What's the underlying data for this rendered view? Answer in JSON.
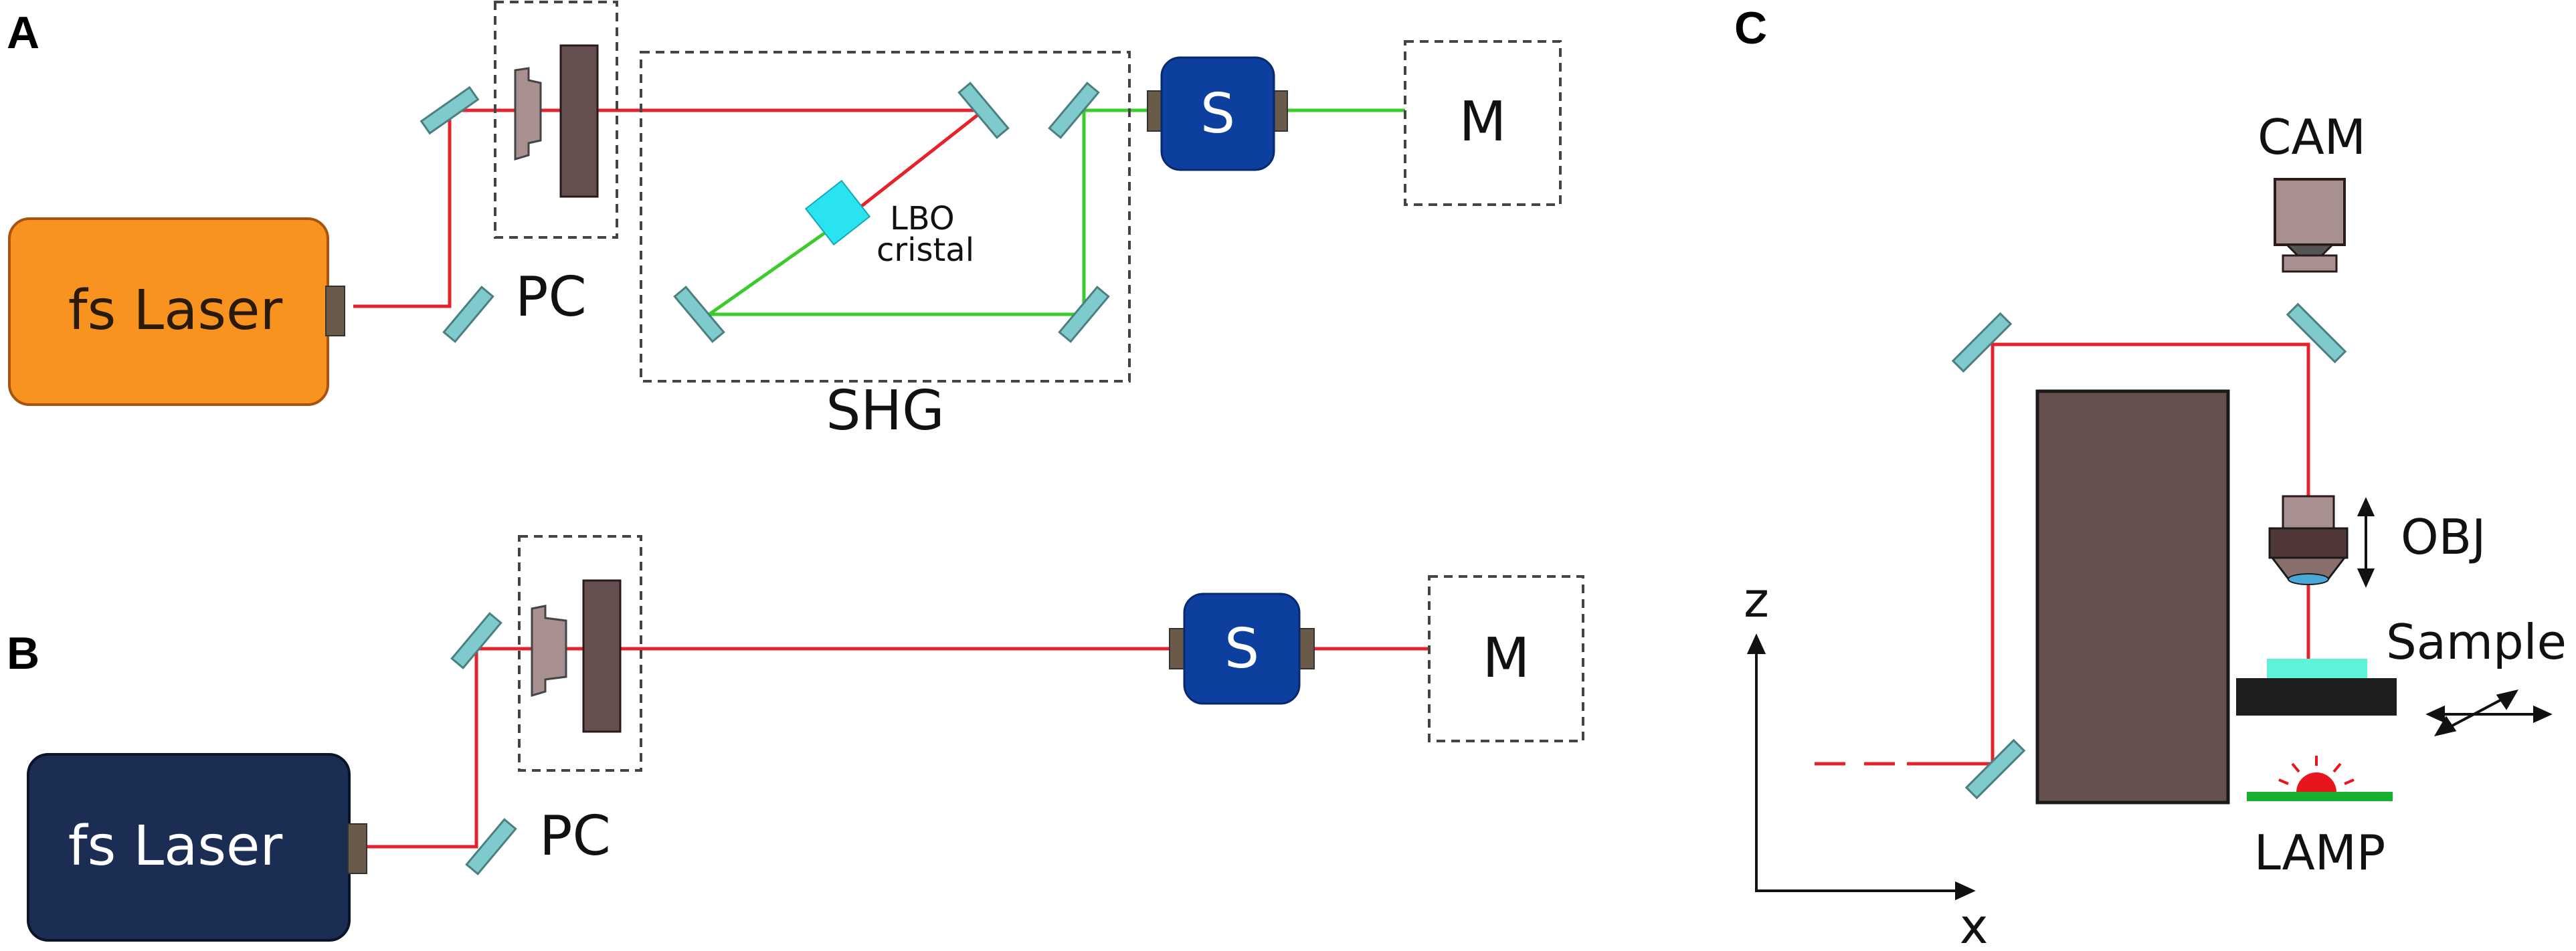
{
  "panels": {
    "a": {
      "letter": "A",
      "laser_label": "fs Laser",
      "pc_label": "PC",
      "shg_label": "SHG",
      "crystal_label_line1": "LBO",
      "crystal_label_line2": "cristal",
      "s_label": "S",
      "m_label": "M"
    },
    "b": {
      "letter": "B",
      "laser_label": "fs Laser",
      "pc_label": "PC",
      "s_label": "S",
      "m_label": "M"
    },
    "c": {
      "letter": "C",
      "cam_label": "CAM",
      "obj_label": "OBJ",
      "sample_label": "Sample",
      "lamp_label": "LAMP",
      "axis_z": "z",
      "axis_x": "x"
    }
  },
  "colors": {
    "laser_orange": "#F7931E",
    "laser_navy": "#1B2D52",
    "beam_red": "#E5232D",
    "beam_green": "#3CCB2D",
    "mirror": "#7FCACC",
    "shutter": "#0D3F9E",
    "dark_brown": "#664F4F",
    "pc_lens": "#A89090",
    "crystal": "#29E3F0",
    "sample": "#5EF2D8",
    "lamp_base": "#18B030",
    "lamp_red": "#E8141E"
  }
}
